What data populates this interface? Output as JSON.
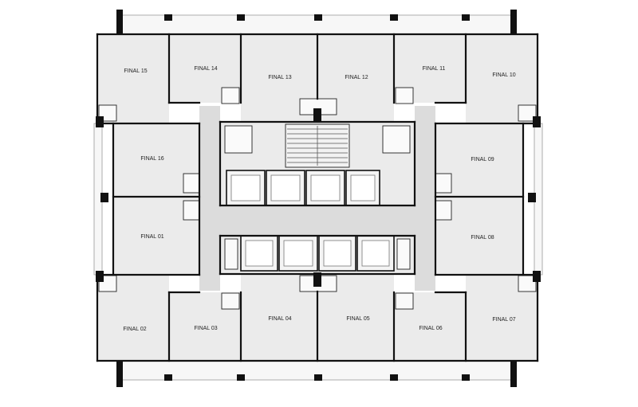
{
  "rooms": [
    {
      "label": "FINAL 15"
    },
    {
      "label": "FINAL 14"
    },
    {
      "label": "FINAL 13"
    },
    {
      "label": "FINAL 12"
    },
    {
      "label": "FINAL 11"
    },
    {
      "label": "FINAL 10"
    },
    {
      "label": "FINAL 16"
    },
    {
      "label": "FINAL 09"
    },
    {
      "label": "FINAL 01"
    },
    {
      "label": "FINAL 08"
    },
    {
      "label": "FINAL 02"
    },
    {
      "label": "FINAL 03"
    },
    {
      "label": "FINAL 04"
    },
    {
      "label": "FINAL 05"
    },
    {
      "label": "FINAL 06"
    },
    {
      "label": "FINAL 07"
    }
  ]
}
